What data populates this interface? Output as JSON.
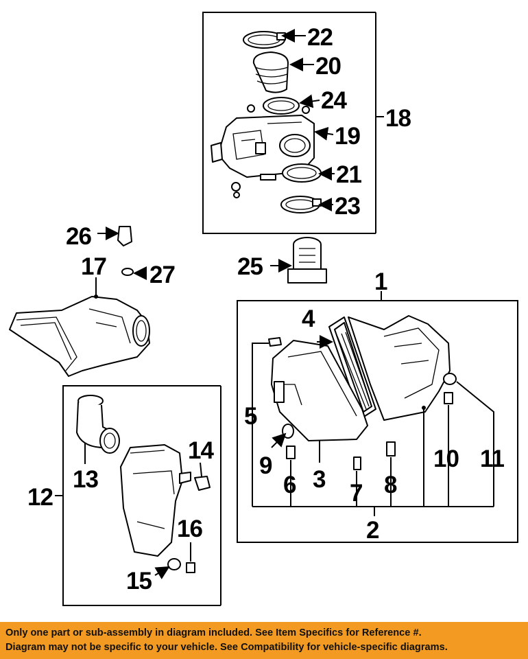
{
  "callouts": {
    "n1": "1",
    "n2": "2",
    "n3": "3",
    "n4": "4",
    "n5": "5",
    "n6": "6",
    "n7": "7",
    "n8": "8",
    "n9": "9",
    "n10": "10",
    "n11": "11",
    "n12": "12",
    "n13": "13",
    "n14": "14",
    "n15": "15",
    "n16": "16",
    "n17": "17",
    "n18": "18",
    "n19": "19",
    "n20": "20",
    "n21": "21",
    "n22": "22",
    "n23": "23",
    "n24": "24",
    "n25": "25",
    "n26": "26",
    "n27": "27"
  },
  "banner": {
    "line1": "Only one part or sub-assembly in diagram included. See Item Specifics for Reference #.",
    "line2": "Diagram may not be specific to your vehicle. See Compatibility for vehicle-specific diagrams."
  },
  "colors": {
    "banner_bg": "#f29a22",
    "ink": "#000000"
  }
}
